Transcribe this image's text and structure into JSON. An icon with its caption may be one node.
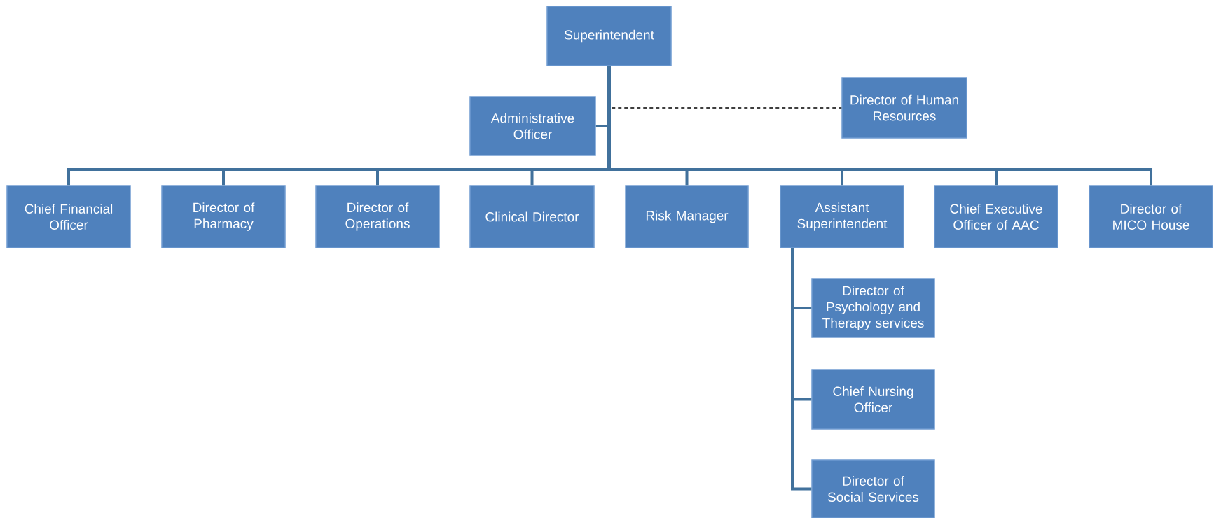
{
  "diagram": {
    "nodes": [
      {
        "text": [
          "Superintendent"
        ]
      },
      {
        "text": [
          "Administrative Officer"
        ]
      },
      {
        "text": [
          "Director of Human Resources"
        ]
      },
      {
        "text": [
          "Chief Financial Officer"
        ]
      },
      {
        "text": [
          "Director of Pharmacy"
        ]
      },
      {
        "text": [
          "Director of Operations"
        ]
      },
      {
        "text": [
          "Clinical Director"
        ]
      },
      {
        "text": [
          "Risk Manager"
        ]
      },
      {
        "text": [
          "Assistant Superintendent"
        ]
      },
      {
        "text": [
          "Chief Executive Officer of AAC"
        ]
      },
      {
        "text": [
          "Director of MICO House"
        ]
      },
      {
        "text": [
          "Director of Psychology and Therapy services"
        ]
      },
      {
        "text": [
          "Chief Nursing Officer"
        ]
      },
      {
        "text": [
          "Director of Social Services"
        ]
      }
    ],
    "edges": [
      {
        "from": 0,
        "to": 1,
        "arrow": "none"
      },
      {
        "from": 0,
        "to": 2,
        "arrow": "none",
        "style": "dashed",
        "color": "#000000"
      },
      {
        "from": 0,
        "to": 3,
        "arrow": "none"
      },
      {
        "from": 0,
        "to": 4,
        "arrow": "none"
      },
      {
        "from": 0,
        "to": 5,
        "arrow": "none"
      },
      {
        "from": 0,
        "to": 6,
        "arrow": "none"
      },
      {
        "from": 0,
        "to": 7,
        "arrow": "none"
      },
      {
        "from": 0,
        "to": 8,
        "arrow": "none"
      },
      {
        "from": 0,
        "to": 9,
        "arrow": "none"
      },
      {
        "from": 0,
        "to": 10,
        "arrow": "none"
      },
      {
        "from": 8,
        "to": 11,
        "arrow": "none"
      },
      {
        "from": 8,
        "to": 12,
        "arrow": "none"
      },
      {
        "from": 8,
        "to": 13,
        "arrow": "none"
      }
    ]
  }
}
